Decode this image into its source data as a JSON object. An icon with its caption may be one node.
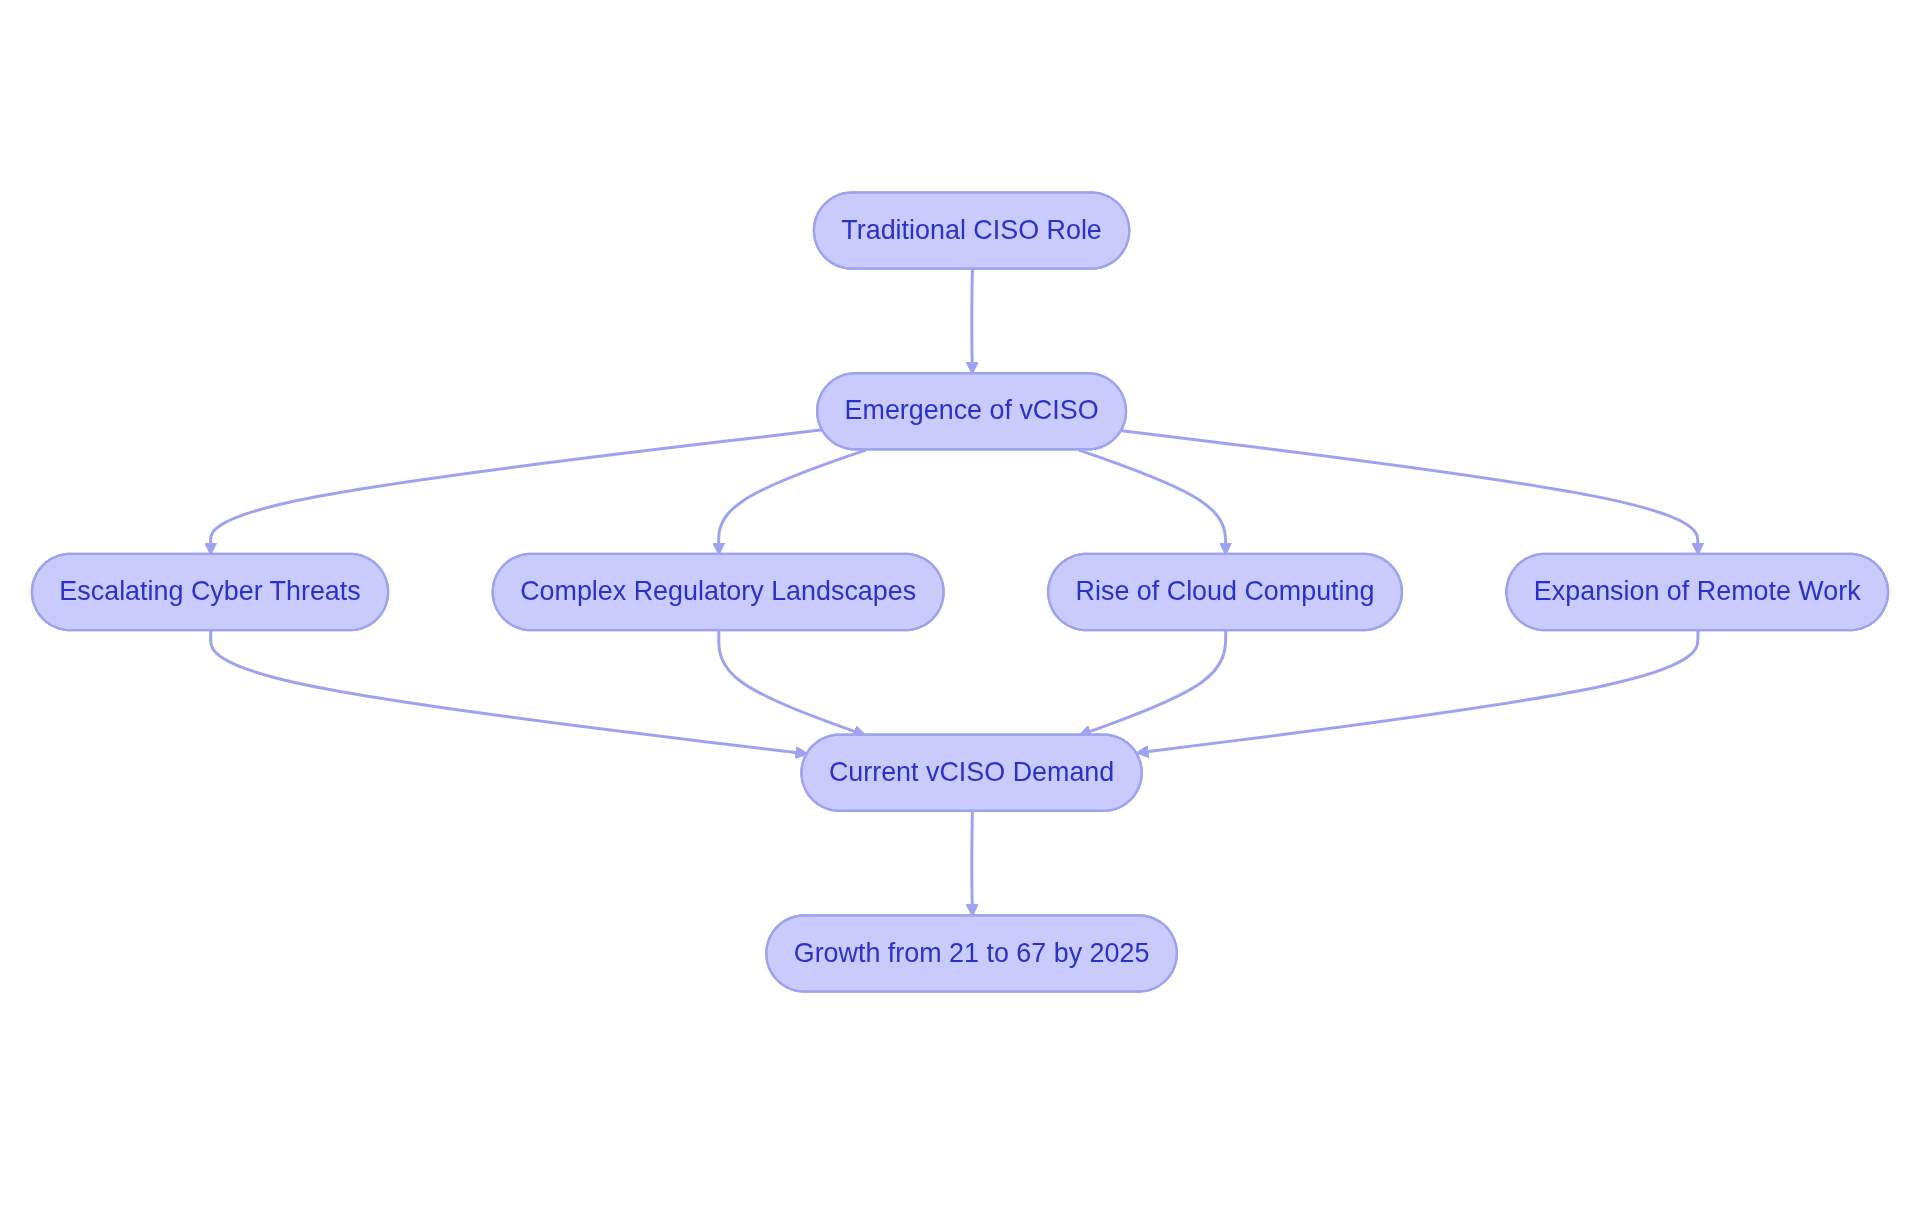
{
  "diagram": {
    "nodes": [
      {
        "text": [
          "Traditional CISO Role"
        ]
      },
      {
        "text": [
          "Emergence of vCISO"
        ]
      },
      {
        "text": [
          "Escalating Cyber Threats"
        ]
      },
      {
        "text": [
          "Complex Regulatory Landscapes"
        ]
      },
      {
        "text": [
          "Rise of Cloud Computing"
        ]
      },
      {
        "text": [
          "Expansion of Remote Work"
        ]
      },
      {
        "text": [
          "Current vCISO Demand"
        ]
      },
      {
        "text": [
          "Growth from 21 to 67 by 2025"
        ]
      }
    ],
    "edges": [
      {
        "from": 0,
        "to": 1,
        "arrow": "to"
      },
      {
        "from": 1,
        "to": 2,
        "arrow": "to"
      },
      {
        "from": 1,
        "to": 3,
        "arrow": "to"
      },
      {
        "from": 1,
        "to": 4,
        "arrow": "to"
      },
      {
        "from": 1,
        "to": 5,
        "arrow": "to"
      },
      {
        "from": 2,
        "to": 6,
        "arrow": "to"
      },
      {
        "from": 3,
        "to": 6,
        "arrow": "to"
      },
      {
        "from": 4,
        "to": 6,
        "arrow": "to"
      },
      {
        "from": 5,
        "to": 6,
        "arrow": "to"
      },
      {
        "from": 6,
        "to": 7,
        "arrow": "to"
      }
    ]
  }
}
